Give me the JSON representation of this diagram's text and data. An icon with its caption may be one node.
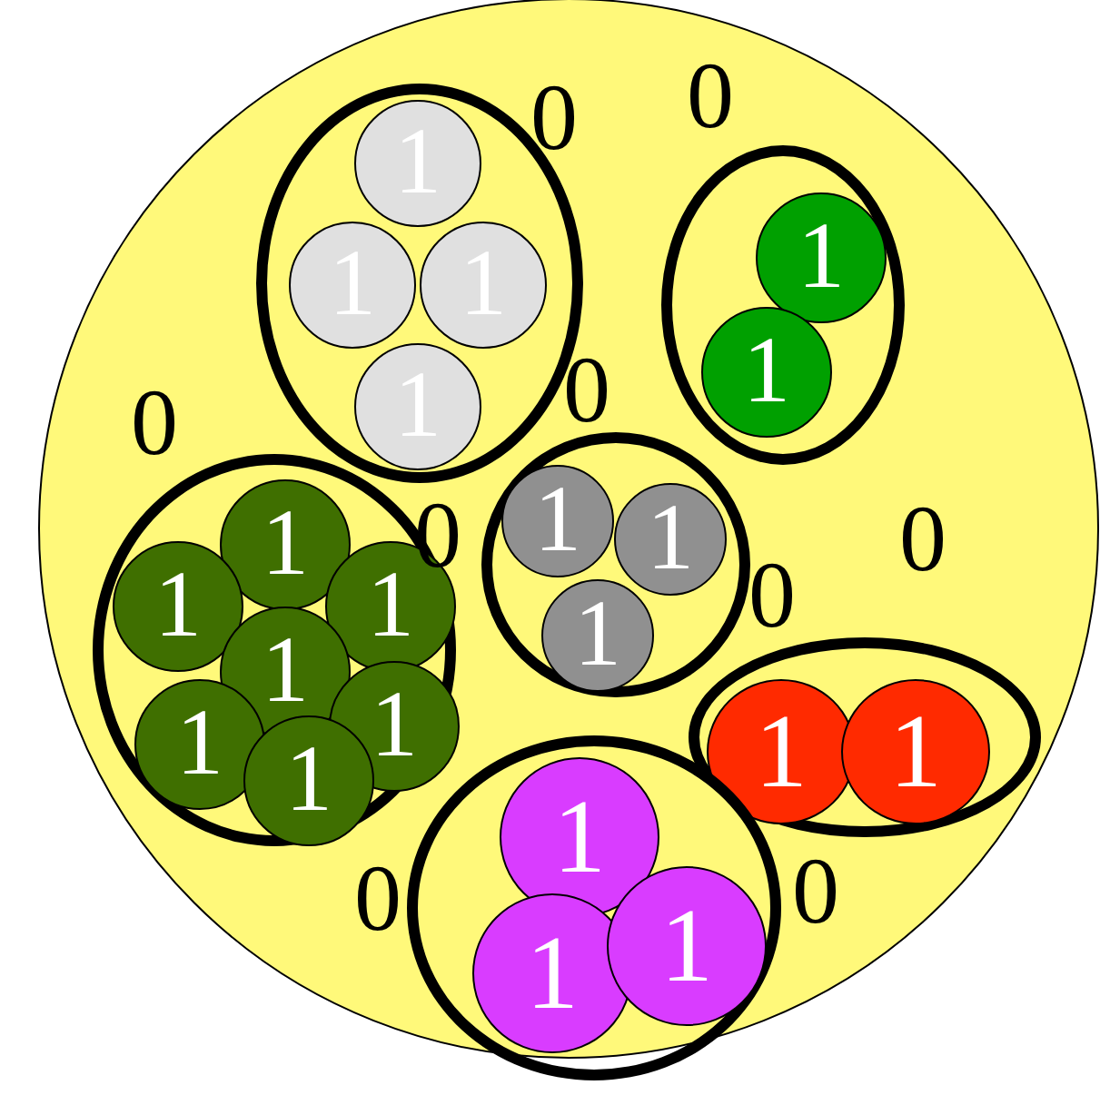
{
  "diagram": {
    "nodes": [
      {
        "text": [],
        "shape": "circle"
      },
      {
        "text": [],
        "shape": "ellipse",
        "in": 0
      },
      {
        "text": [
          "1"
        ],
        "in": 1
      },
      {
        "text": [
          "1"
        ],
        "in": 1
      },
      {
        "text": [
          "1"
        ],
        "in": 1
      },
      {
        "text": [
          "1"
        ],
        "in": 1
      },
      {
        "text": [],
        "shape": "ellipse",
        "in": 0
      },
      {
        "text": [
          "1"
        ],
        "in": 6
      },
      {
        "text": [
          "1"
        ],
        "in": 6
      },
      {
        "text": [],
        "shape": "ellipse",
        "in": 0
      },
      {
        "text": [
          "1"
        ],
        "in": 9
      },
      {
        "text": [
          "1"
        ],
        "in": 9
      },
      {
        "text": [
          "1"
        ],
        "in": 9
      },
      {
        "text": [
          "1"
        ],
        "in": 9
      },
      {
        "text": [
          "1"
        ],
        "in": 9
      },
      {
        "text": [
          "1"
        ],
        "in": 9
      },
      {
        "text": [
          "1"
        ],
        "in": 9
      },
      {
        "text": [],
        "shape": "ellipse",
        "in": 0
      },
      {
        "text": [
          "1"
        ],
        "in": 17
      },
      {
        "text": [
          "1"
        ],
        "in": 17
      },
      {
        "text": [
          "1"
        ],
        "in": 17
      },
      {
        "text": [],
        "shape": "ellipse",
        "in": 0
      },
      {
        "text": [
          "1"
        ],
        "in": 21
      },
      {
        "text": [
          "1"
        ],
        "in": 21
      },
      {
        "text": [],
        "shape": "ellipse"
      },
      {
        "text": [
          "1"
        ],
        "in": 24
      },
      {
        "text": [
          "1"
        ],
        "in": 24
      },
      {
        "text": [
          "1"
        ],
        "in": 24
      }
    ],
    "labels": [
      "0",
      "0",
      "0",
      "0",
      "0",
      "0",
      "0",
      "0",
      "0"
    ]
  }
}
